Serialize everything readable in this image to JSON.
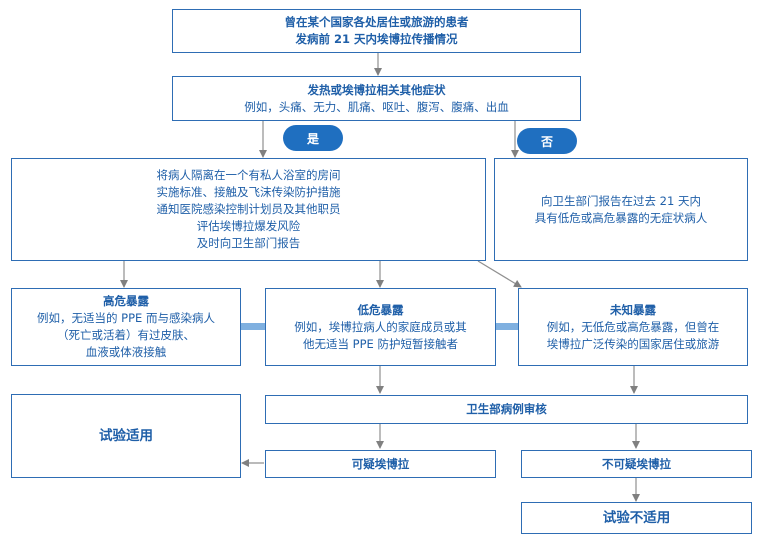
{
  "box1": {
    "line1": "曾在某个国家各处居住或旅游的患者",
    "line2": "发病前 21 天内埃博拉传播情况"
  },
  "box2": {
    "title": "发热或埃博拉相关其他症状",
    "line2": "例如，头痛、无力、肌痛、呕吐、腹泻、腹痛、出血"
  },
  "yes_label": "是",
  "no_label": "否",
  "box_yes": {
    "lines": [
      "将病人隔离在一个有私人浴室的房间",
      "实施标准、接触及飞沫传染防护措施",
      "通知医院感染控制计划员及其他职员",
      "评估埃博拉爆发风险",
      "及时向卫生部门报告"
    ]
  },
  "box_no": {
    "line1": "向卫生部门报告在过去  21  天内",
    "line2": "具有低危或高危暴露的无症状病人"
  },
  "high_risk": {
    "title": "高危暴露",
    "lines": [
      "例如，无适当的 PPE 而与感染病人",
      "（死亡或活着）有过皮肤、",
      "血液或体液接触"
    ]
  },
  "low_risk": {
    "title": "低危暴露",
    "lines": [
      "例如，埃博拉病人的家庭成员或其",
      "他无适当 PPE 防护短暂接触者"
    ]
  },
  "unknown": {
    "title": "未知暴露",
    "lines": [
      "例如，无低危或高危暴露，但曾在",
      "埃博拉广泛传染的国家居住或旅游"
    ]
  },
  "test_applies": "试验适用",
  "health_review": "卫生部病例审核",
  "suspect": "可疑埃博拉",
  "not_suspect": "不可疑埃博拉",
  "test_not_applies": "试验不适用"
}
